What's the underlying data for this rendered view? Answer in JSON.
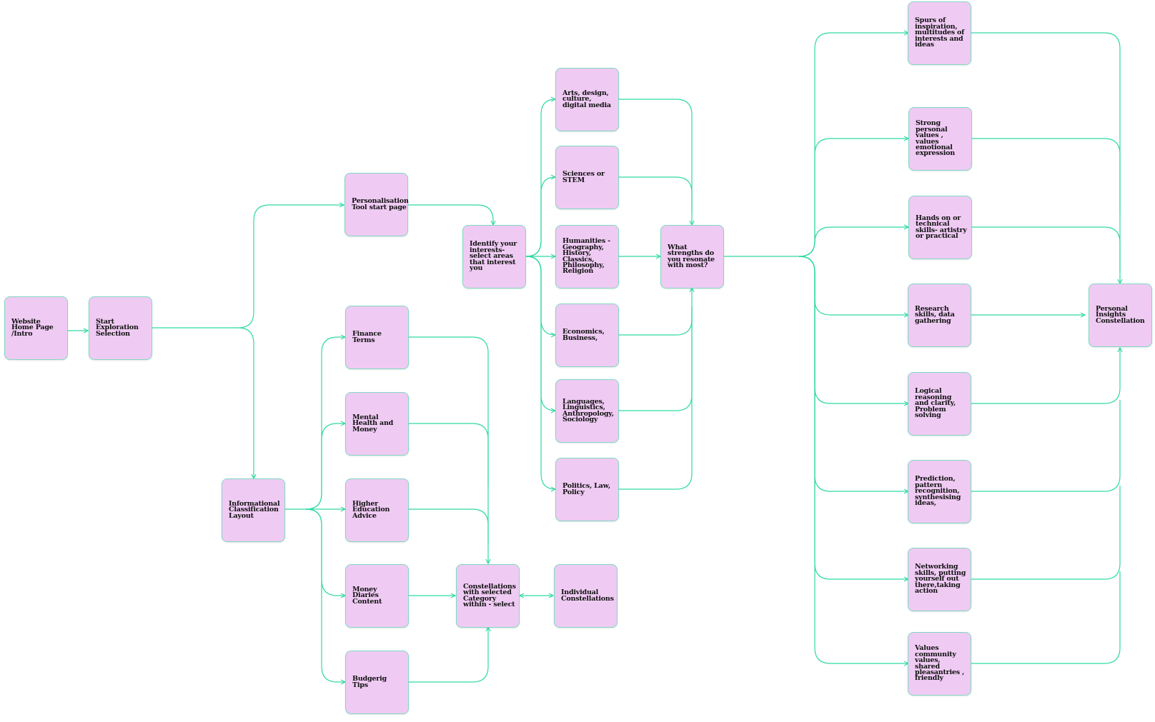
{
  "diagram": {
    "edge_color": "#2fd9a4",
    "node_fill": "#efcbf3",
    "node_border": "#7fd9c3",
    "nodes": [
      {
        "id": "home",
        "label": "Website Home Page /Intro"
      },
      {
        "id": "start",
        "label": "Start Exploration Selection"
      },
      {
        "id": "personal",
        "label": "Personalisation Tool start page"
      },
      {
        "id": "info",
        "label": "Informational Classification Layout"
      },
      {
        "id": "identify",
        "label": "Identify your interests- select areas that interest you"
      },
      {
        "id": "finance",
        "label": "Finance Terms"
      },
      {
        "id": "mental",
        "label": "Mental Health and Money"
      },
      {
        "id": "higher",
        "label": "Higher Education Advice"
      },
      {
        "id": "money",
        "label": "Money Diaries Content"
      },
      {
        "id": "budget",
        "label": "Budgerig Tips"
      },
      {
        "id": "const",
        "label": "Constellations with selected Category within - select"
      },
      {
        "id": "indiv",
        "label": "Individual Constellations"
      },
      {
        "id": "arts",
        "label": "Arts, design, culture, digital media"
      },
      {
        "id": "sci",
        "label": "Sciences or STEM"
      },
      {
        "id": "hum",
        "label": "Humanities - Geography, History, Classics, Philosophy, Religion"
      },
      {
        "id": "econ",
        "label": "Economics, Business,"
      },
      {
        "id": "lang",
        "label": "Languages, Linguistics, Anthropology, Sociology"
      },
      {
        "id": "pol",
        "label": "Politics, Law, Policy"
      },
      {
        "id": "what",
        "label": "What strengths do you resonate with most?"
      },
      {
        "id": "spurs",
        "label": "Spurs of inspiration, multitudes of interests and ideas"
      },
      {
        "id": "strong",
        "label": "Strong personal values , values emotional expression"
      },
      {
        "id": "hands",
        "label": "Hands on or technical skills- artistry or practical"
      },
      {
        "id": "research",
        "label": "Research skills, data gathering"
      },
      {
        "id": "logical",
        "label": "Logical reasoning and clarity, Problem solving"
      },
      {
        "id": "predict",
        "label": "Prediction, pattern recognition, synthesising ideas,"
      },
      {
        "id": "network",
        "label": "Networking skills, putting yourself out there,taking action"
      },
      {
        "id": "values",
        "label": "Values community values, shared pleasantries , friendly"
      },
      {
        "id": "insights",
        "label": "Personal Insights Constellation"
      }
    ]
  }
}
